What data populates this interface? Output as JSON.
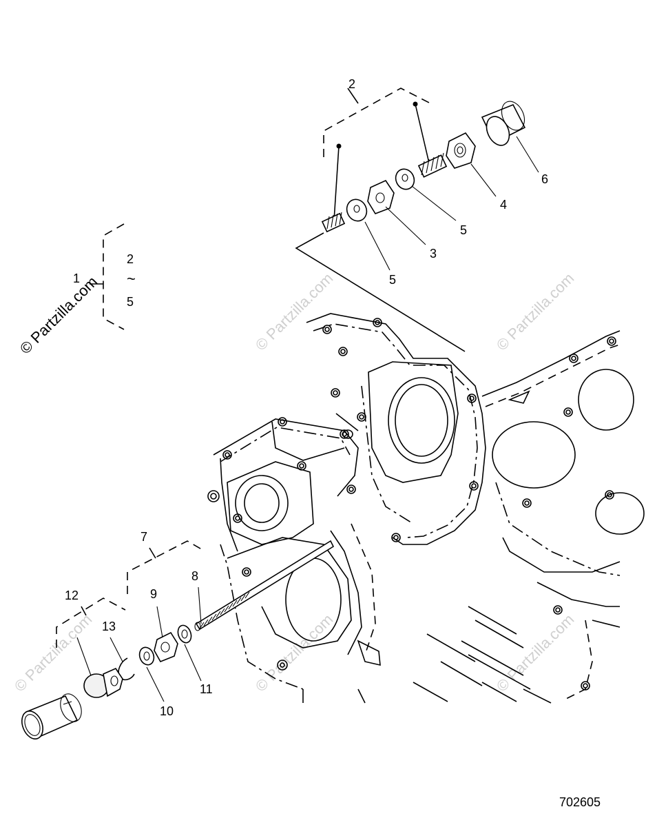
{
  "callouts": {
    "c1": "1",
    "c2_top": "2",
    "c2_range": "2",
    "c_tilde": "~",
    "c5_range": "5",
    "c3": "3",
    "c4": "4",
    "c5a": "5",
    "c5b": "5",
    "c6": "6",
    "c7": "7",
    "c8": "8",
    "c9": "9",
    "c10": "10",
    "c11": "11",
    "c12": "12",
    "c13": "13"
  },
  "watermark": {
    "text": "© Partzilla.com"
  },
  "drawing_number": "702605"
}
